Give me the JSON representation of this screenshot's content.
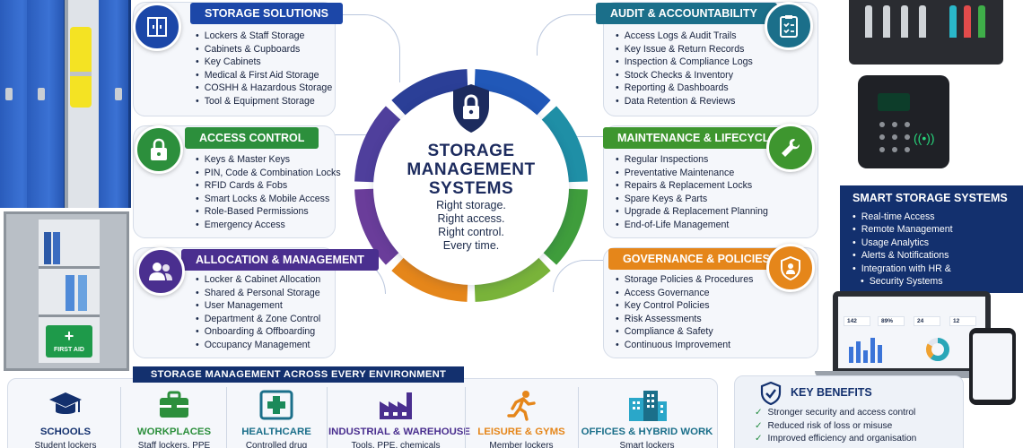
{
  "center": {
    "title_line1": "STORAGE",
    "title_line2": "MANAGEMENT",
    "title_line3": "SYSTEMS",
    "tagline": [
      "Right storage.",
      "Right access.",
      "Right control.",
      "Every time."
    ]
  },
  "ring_colors": [
    "#2158b8",
    "#1f8fa6",
    "#3f9d3c",
    "#79b33a",
    "#e5861a",
    "#6a3d9a",
    "#4f3f9c",
    "#2b3f97"
  ],
  "panels": {
    "storage": {
      "title": "STORAGE SOLUTIONS",
      "color": "#1c47a8",
      "icon": "locker-icon",
      "items": [
        "Lockers & Staff Storage",
        "Cabinets & Cupboards",
        "Key Cabinets",
        "Medical & First Aid Storage",
        "COSHH & Hazardous Storage",
        "Tool & Equipment Storage"
      ]
    },
    "access": {
      "title": "ACCESS CONTROL",
      "color": "#2c8f3c",
      "icon": "padlock-icon",
      "items": [
        "Keys & Master Keys",
        "PIN, Code & Combination Locks",
        "RFID Cards & Fobs",
        "Smart Locks & Mobile Access",
        "Role-Based Permissions",
        "Emergency Access"
      ]
    },
    "allocation": {
      "title": "ALLOCATION & MANAGEMENT",
      "color": "#4a2f8f",
      "icon": "users-icon",
      "items": [
        "Locker & Cabinet Allocation",
        "Shared & Personal Storage",
        "User Management",
        "Department & Zone Control",
        "Onboarding & Offboarding",
        "Occupancy Management"
      ]
    },
    "audit": {
      "title": "AUDIT & ACCOUNTABILITY",
      "color": "#1b6f8a",
      "icon": "clipboard-check-icon",
      "items": [
        "Access Logs & Audit Trails",
        "Key Issue & Return Records",
        "Inspection & Compliance Logs",
        "Stock Checks & Inventory",
        "Reporting & Dashboards",
        "Data Retention & Reviews"
      ]
    },
    "maintenance": {
      "title": "MAINTENANCE & LIFECYCLE",
      "color": "#3e962f",
      "icon": "wrench-icon",
      "items": [
        "Regular Inspections",
        "Preventative Maintenance",
        "Repairs & Replacement Locks",
        "Spare Keys & Parts",
        "Upgrade & Replacement Planning",
        "End-of-Life Management"
      ]
    },
    "governance": {
      "title": "GOVERNANCE & POLICIES",
      "color": "#e5861a",
      "icon": "shield-person-icon",
      "items": [
        "Storage Policies & Procedures",
        "Access Governance",
        "Key Control Policies",
        "Risk Assessments",
        "Compliance & Safety",
        "Continuous Improvement"
      ]
    }
  },
  "smart": {
    "title": "SMART STORAGE SYSTEMS",
    "items": [
      "Real-time Access",
      "Remote Management",
      "Usage Analytics",
      "Alerts & Notifications",
      "Integration with HR &",
      "Security Systems"
    ],
    "dashboard_kpis": [
      "142",
      "89%",
      "24",
      "12"
    ]
  },
  "first_aid_label": "FIRST AID",
  "environments": {
    "heading": "STORAGE MANAGEMENT ACROSS EVERY ENVIRONMENT",
    "items": [
      {
        "title": "SCHOOLS",
        "desc": "Student lockers",
        "color": "#13306e",
        "icon": "graduation-cap-icon"
      },
      {
        "title": "WORKPLACES",
        "desc": "Staff lockers, PPE",
        "color": "#2c8f3c",
        "icon": "briefcase-icon"
      },
      {
        "title": "HEALTHCARE",
        "desc": "Controlled drug",
        "color": "#1b6f8a",
        "icon": "medical-cross-icon"
      },
      {
        "title": "INDUSTRIAL & WAREHOUSE",
        "desc": "Tools, PPE, chemicals",
        "color": "#4a2f8f",
        "icon": "factory-icon"
      },
      {
        "title": "LEISURE & GYMS",
        "desc": "Member lockers",
        "color": "#e5861a",
        "icon": "runner-icon"
      },
      {
        "title": "OFFICES & HYBRID WORK",
        "desc": "Smart lockers",
        "color": "#1b6f8a",
        "icon": "office-building-icon"
      }
    ]
  },
  "benefits": {
    "title": "KEY BENEFITS",
    "items": [
      "Stronger security and access control",
      "Reduced risk of loss or misuse",
      "Improved efficiency and organisation"
    ]
  }
}
